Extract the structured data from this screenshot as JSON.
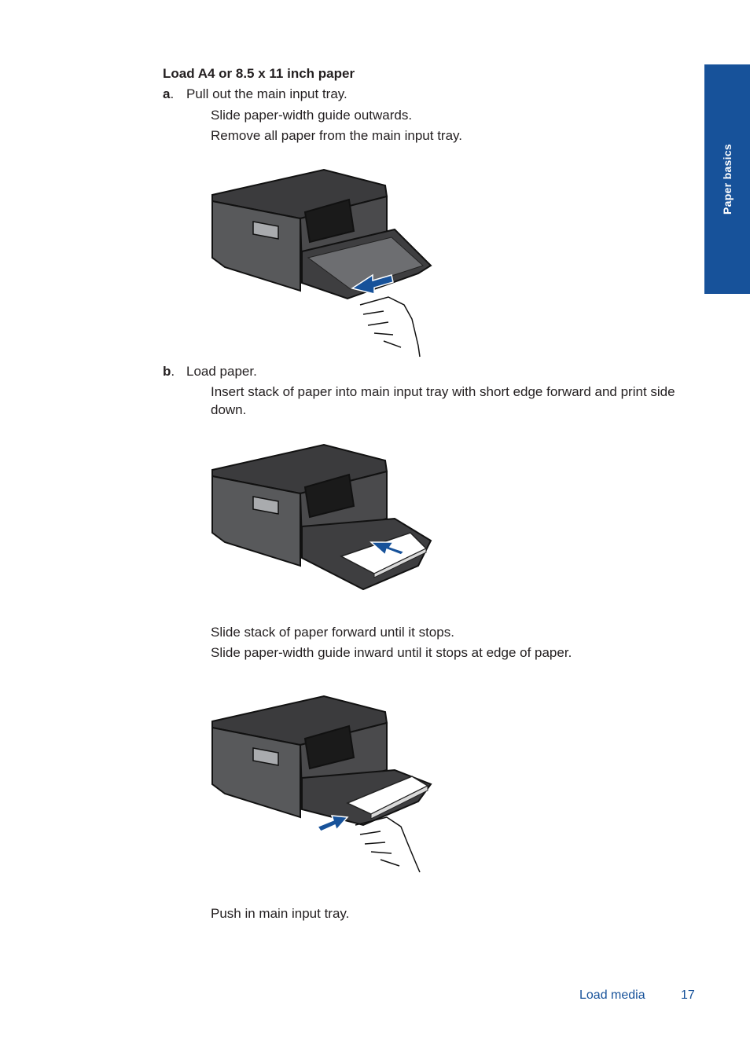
{
  "side_tab": {
    "label": "Paper basics"
  },
  "section": {
    "heading": "Load A4 or 8.5 x 11 inch paper",
    "step_a": {
      "letter": "a",
      "text": "Pull out the main input tray.",
      "substeps": [
        "Slide paper-width guide outwards.",
        "Remove all paper from the main input tray."
      ]
    },
    "step_b": {
      "letter": "b",
      "text": "Load paper.",
      "substeps": [
        "Insert stack of paper into main input tray with short edge forward and print side down.",
        "Slide stack of paper forward until it stops.",
        "Slide paper-width guide inward until it stops at edge of paper.",
        "Push in main input tray."
      ]
    }
  },
  "footer": {
    "section": "Load media",
    "page_number": "17"
  },
  "colors": {
    "accent": "#17529a",
    "printer_body": "#4a4a4c",
    "arrow": "#17529a"
  },
  "figures": [
    {
      "name": "pull-out-tray-illustration",
      "arrow_icon": "arrow-left-icon",
      "has_hand": true,
      "has_paper": false
    },
    {
      "name": "insert-paper-illustration",
      "arrow_icon": "arrow-up-left-icon",
      "has_hand": false,
      "has_paper": true
    },
    {
      "name": "slide-guide-illustration",
      "arrow_icon": "arrow-up-right-icon",
      "has_hand": true,
      "has_paper": true
    }
  ]
}
